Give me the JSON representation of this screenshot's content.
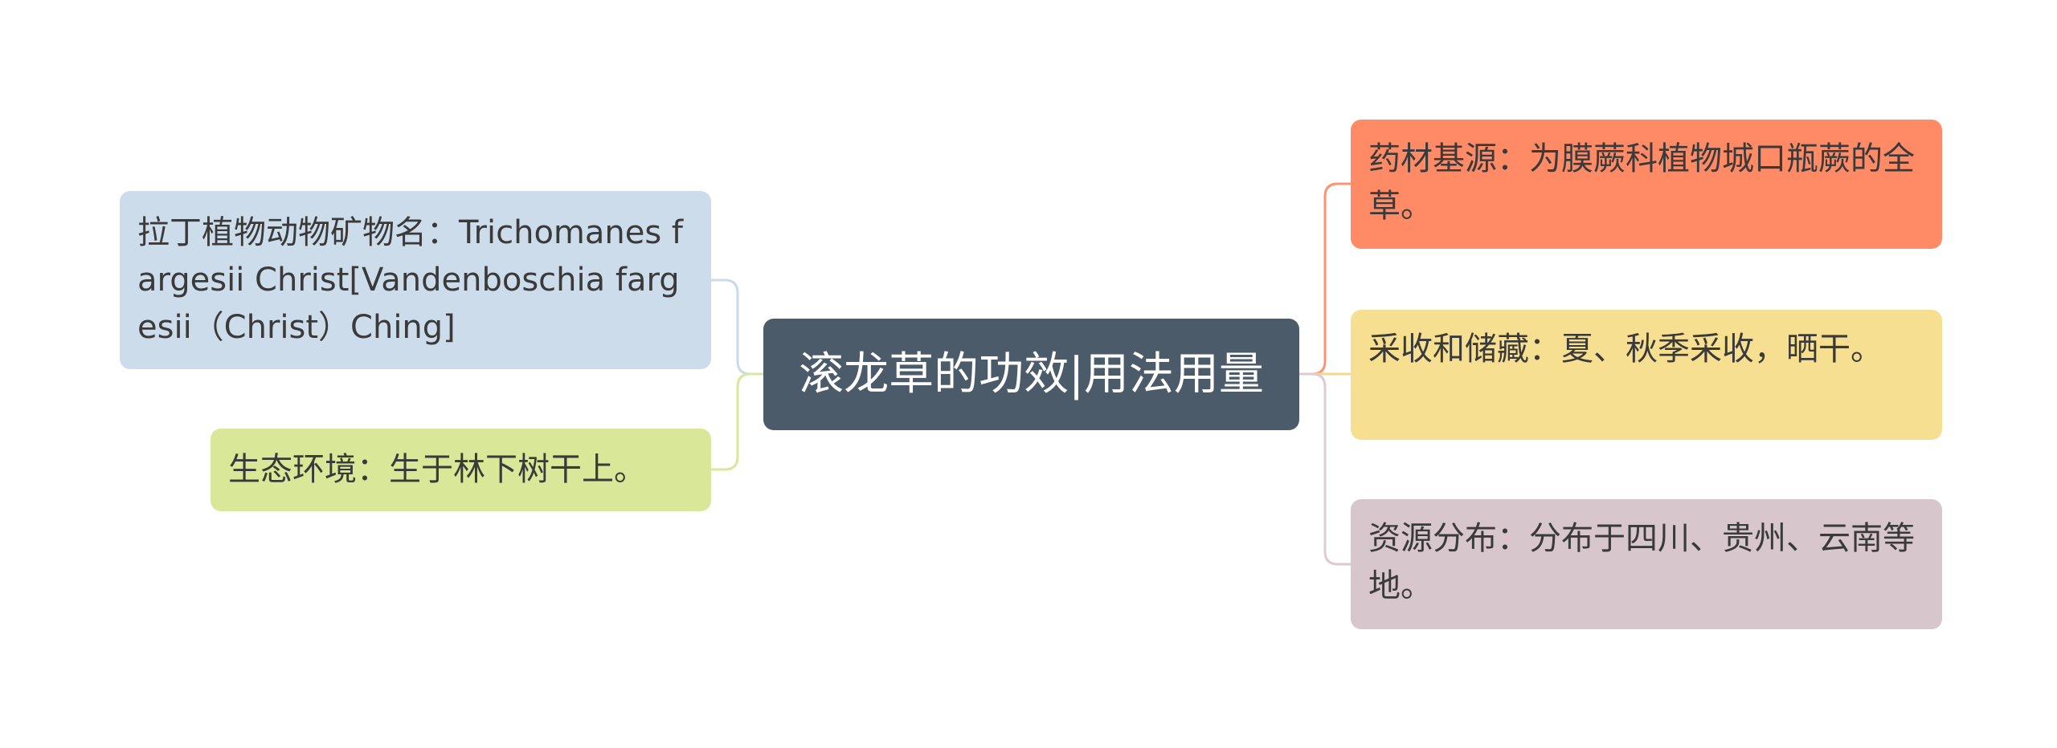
{
  "mindmap": {
    "center": {
      "label": "滚龙草的功效|用法用量",
      "color": "#4b5b69"
    },
    "left": [
      {
        "label": "拉丁植物动物矿物名：Trichomanes fargesii Christ[Vandenboschia fargesii（Christ）Ching]",
        "color": "#ccdceb",
        "line_color": "#c9dbe9"
      },
      {
        "label": "生态环境：生于林下树干上。",
        "color": "#d9e798",
        "line_color": "#d8e79c"
      }
    ],
    "right": [
      {
        "label": "药材基源：为膜蕨科植物城口瓶蕨的全草。",
        "color": "#ff8a66",
        "line_color": "#ff9270"
      },
      {
        "label": "采收和储藏：夏、秋季采收，晒干。",
        "color": "#f7df91",
        "line_color": "#f4d98d"
      },
      {
        "label": "资源分布：分布于四川、贵州、云南等地。",
        "color": "#d8c6cd",
        "line_color": "#dccbd2"
      }
    ]
  }
}
